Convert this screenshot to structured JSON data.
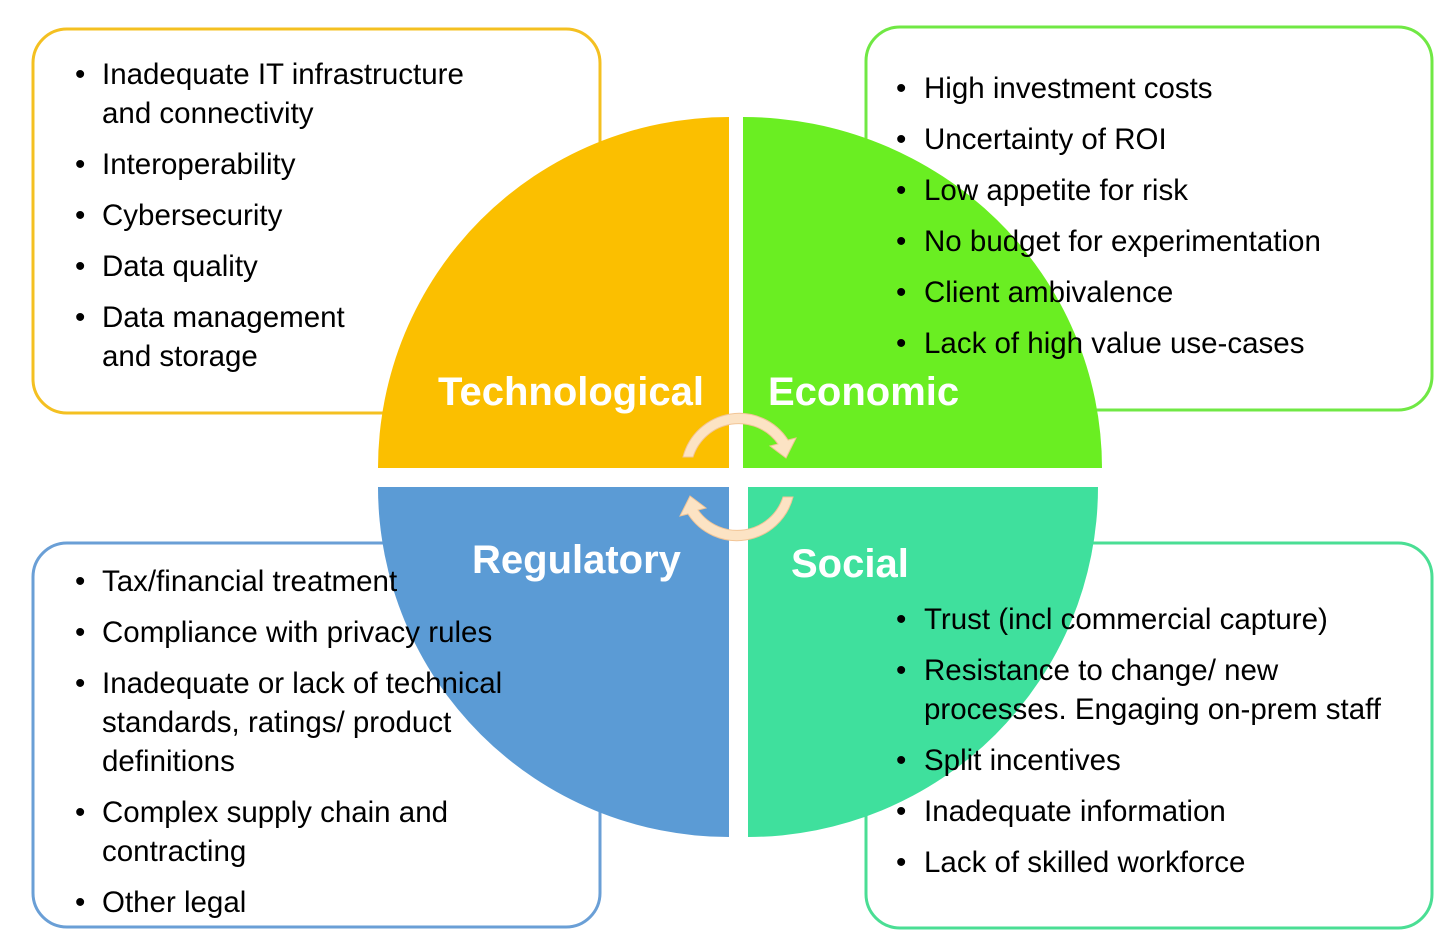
{
  "colors": {
    "technological": "#FBBF00",
    "economic": "#6AEE22",
    "regulatory": "#5B9BD5",
    "social": "#3FE09D",
    "arrow_fill": "#FCE3C4",
    "technological_border": "#F4C021",
    "economic_border": "#70E844",
    "regulatory_border": "#6A9FD6",
    "social_border": "#4ADE94"
  },
  "quadrants": {
    "technological": {
      "label": "Technological",
      "items": [
        "Inadequate IT infrastructure and connectivity",
        "Interoperability",
        "Cybersecurity",
        "Data quality",
        "Data management and storage"
      ]
    },
    "economic": {
      "label": "Economic",
      "items": [
        "High investment costs",
        "Uncertainty of ROI",
        "Low appetite for risk",
        "No budget for experimentation",
        "Client ambivalence",
        "Lack of high value use-cases"
      ]
    },
    "regulatory": {
      "label": "Regulatory",
      "items": [
        "Tax/financial treatment",
        "Compliance with privacy rules",
        "Inadequate or lack of technical standards, ratings/ product definitions",
        "Complex supply chain and contracting",
        "Other legal"
      ]
    },
    "social": {
      "label": "Social",
      "items": [
        "Trust (incl commercial capture)",
        "Resistance to change/ new processes. Engaging on-prem staff",
        "Split incentives",
        "Inadequate information",
        "Lack of skilled workforce"
      ]
    }
  }
}
